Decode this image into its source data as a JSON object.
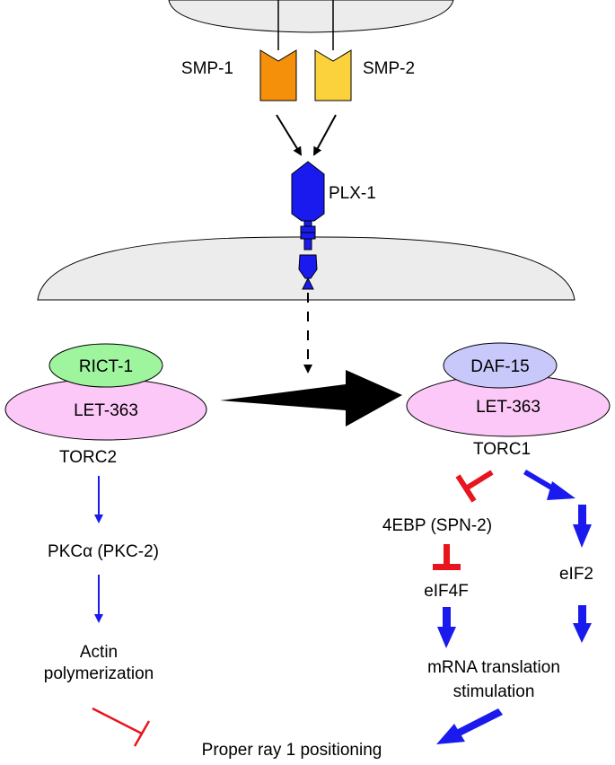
{
  "colors": {
    "cell_fill": "#ececec",
    "smp1": "#f5900a",
    "smp2": "#fcd23c",
    "plx1": "#1a1aee",
    "rict1_fill": "#9ef59e",
    "rict1_text": "#14b414",
    "let363_fill": "#fcc8f8",
    "let363_text": "#e8141e",
    "daf15_fill": "#c8c8fa",
    "daf15_text": "#1414d2",
    "blue_arrow": "#1a1aee",
    "red_inhibit": "#e8141e"
  },
  "labels": {
    "smp1": "SMP-1",
    "smp2": "SMP-2",
    "plx1": "PLX-1",
    "rict1": "RICT-1",
    "let363_left": "LET-363",
    "torc2": "TORC2",
    "daf15": "DAF-15",
    "let363_right": "LET-363",
    "torc1": "TORC1",
    "pkc": "PKCα (PKC-2)",
    "actin_line1": "Actin",
    "actin_line2": "polymerization",
    "fourebp": "4EBP (SPN-2)",
    "eif4f": "eIF4F",
    "eif2": "eIF2",
    "mrna_line1": "mRNA translation",
    "mrna_line2": "stimulation",
    "proper_ray": "Proper ray 1 positioning"
  }
}
